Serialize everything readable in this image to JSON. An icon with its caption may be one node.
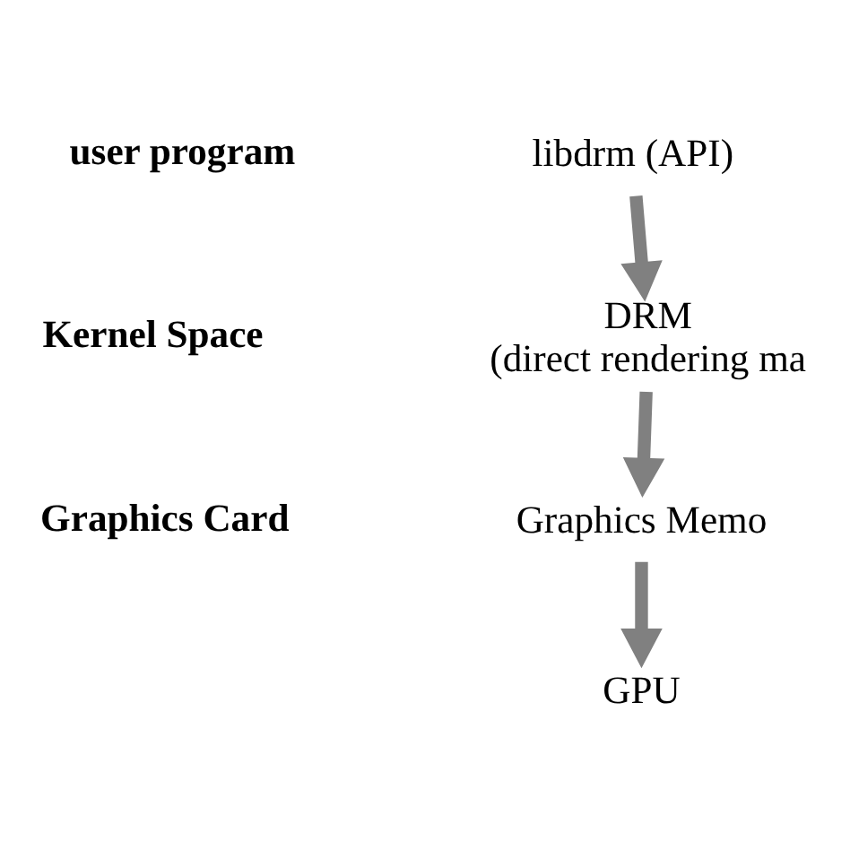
{
  "diagram": {
    "nodes": [
      {
        "text": [
          "libdrm (API)"
        ]
      },
      {
        "text": [
          "DRM",
          "(direct rendering ma"
        ]
      },
      {
        "text": [
          "Graphics Memo"
        ]
      },
      {
        "text": [
          "GPU"
        ]
      }
    ],
    "edges": [
      {
        "from": 0,
        "to": 1,
        "arrow": "to"
      },
      {
        "from": 1,
        "to": 2,
        "arrow": "to"
      },
      {
        "from": 2,
        "to": 3,
        "arrow": "to"
      }
    ],
    "labels": [
      "user program",
      "Kernel Space",
      "Graphics Card"
    ]
  }
}
